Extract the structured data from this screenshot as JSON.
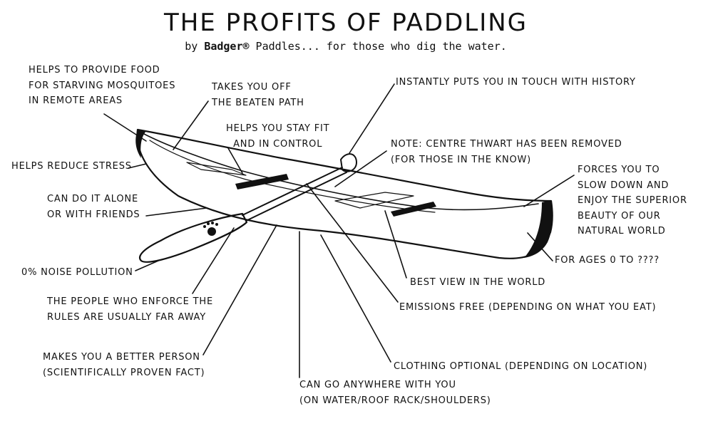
{
  "header": {
    "title": "THE PROFITS OF PADDLING",
    "subtitle_prefix": "by ",
    "brand": "Badger®",
    "subtitle_suffix": " Paddles... for those who dig the water."
  },
  "labels": {
    "mosquitoes": [
      "HELPS TO PROVIDE FOOD",
      "FOR STARVING MOSQUITOES",
      "IN REMOTE AREAS"
    ],
    "beaten_path": [
      "TAKES YOU OFF",
      "THE BEATEN PATH"
    ],
    "fit": [
      "HELPS YOU STAY FIT",
      "AND IN CONTROL"
    ],
    "history": [
      "INSTANTLY PUTS YOU IN TOUCH WITH HISTORY"
    ],
    "thwart": [
      "NOTE: CENTRE THWART HAS BEEN REMOVED",
      "(FOR THOSE IN THE KNOW)"
    ],
    "stress": [
      "HELPS REDUCE STRESS"
    ],
    "alone": [
      "CAN DO IT ALONE",
      "OR WITH FRIENDS"
    ],
    "slow_down": [
      "FORCES YOU TO",
      "SLOW DOWN AND",
      "ENJOY THE SUPERIOR",
      "BEAUTY OF OUR",
      "NATURAL WORLD"
    ],
    "ages": [
      "FOR AGES 0 TO ????"
    ],
    "noise": [
      "0% NOISE POLLUTION"
    ],
    "best_view": [
      "BEST VIEW IN THE WORLD"
    ],
    "enforce": [
      "THE PEOPLE WHO ENFORCE THE",
      "RULES ARE USUALLY FAR AWAY"
    ],
    "emissions": [
      "EMISSIONS FREE (DEPENDING ON WHAT YOU EAT)"
    ],
    "better_person": [
      "MAKES YOU A BETTER PERSON",
      "(SCIENTIFICALLY PROVEN FACT)"
    ],
    "clothing": [
      "CLOTHING OPTIONAL (DEPENDING ON LOCATION)"
    ],
    "anywhere": [
      "CAN GO ANYWHERE WITH YOU",
      "(ON WATER/ROOF RACK/SHOULDERS)"
    ]
  },
  "colors": {
    "ink": "#111111",
    "background": "#ffffff"
  }
}
